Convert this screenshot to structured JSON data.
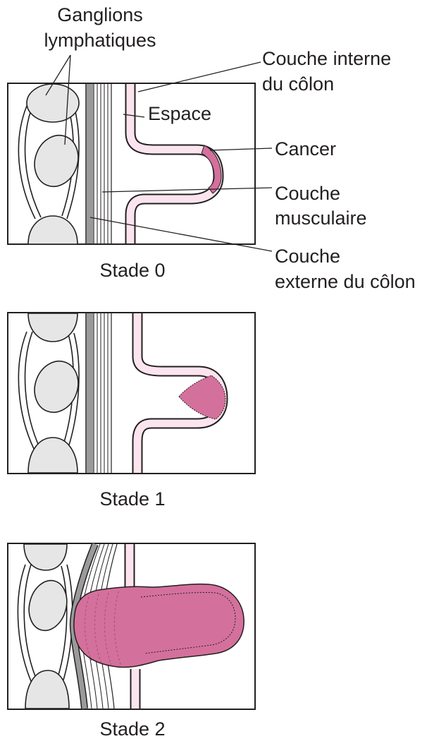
{
  "labels": {
    "lymph_nodes": [
      "Ganglions",
      "lymphatiques"
    ],
    "inner_layer": [
      "Couche interne",
      "du côlon"
    ],
    "space": "Espace",
    "cancer": "Cancer",
    "muscle_layer": [
      "Couche",
      "musculaire"
    ],
    "outer_layer": [
      "Couche",
      "externe du côlon"
    ]
  },
  "stages": [
    "Stade 0",
    "Stade 1",
    "Stade 2"
  ],
  "colors": {
    "outline": "#231f20",
    "node_fill": "#e6e6e6",
    "muscle_gray": "#9a9a9a",
    "inner_layer_pink": "#fbe4ee",
    "cancer_pink": "#d4709c"
  }
}
